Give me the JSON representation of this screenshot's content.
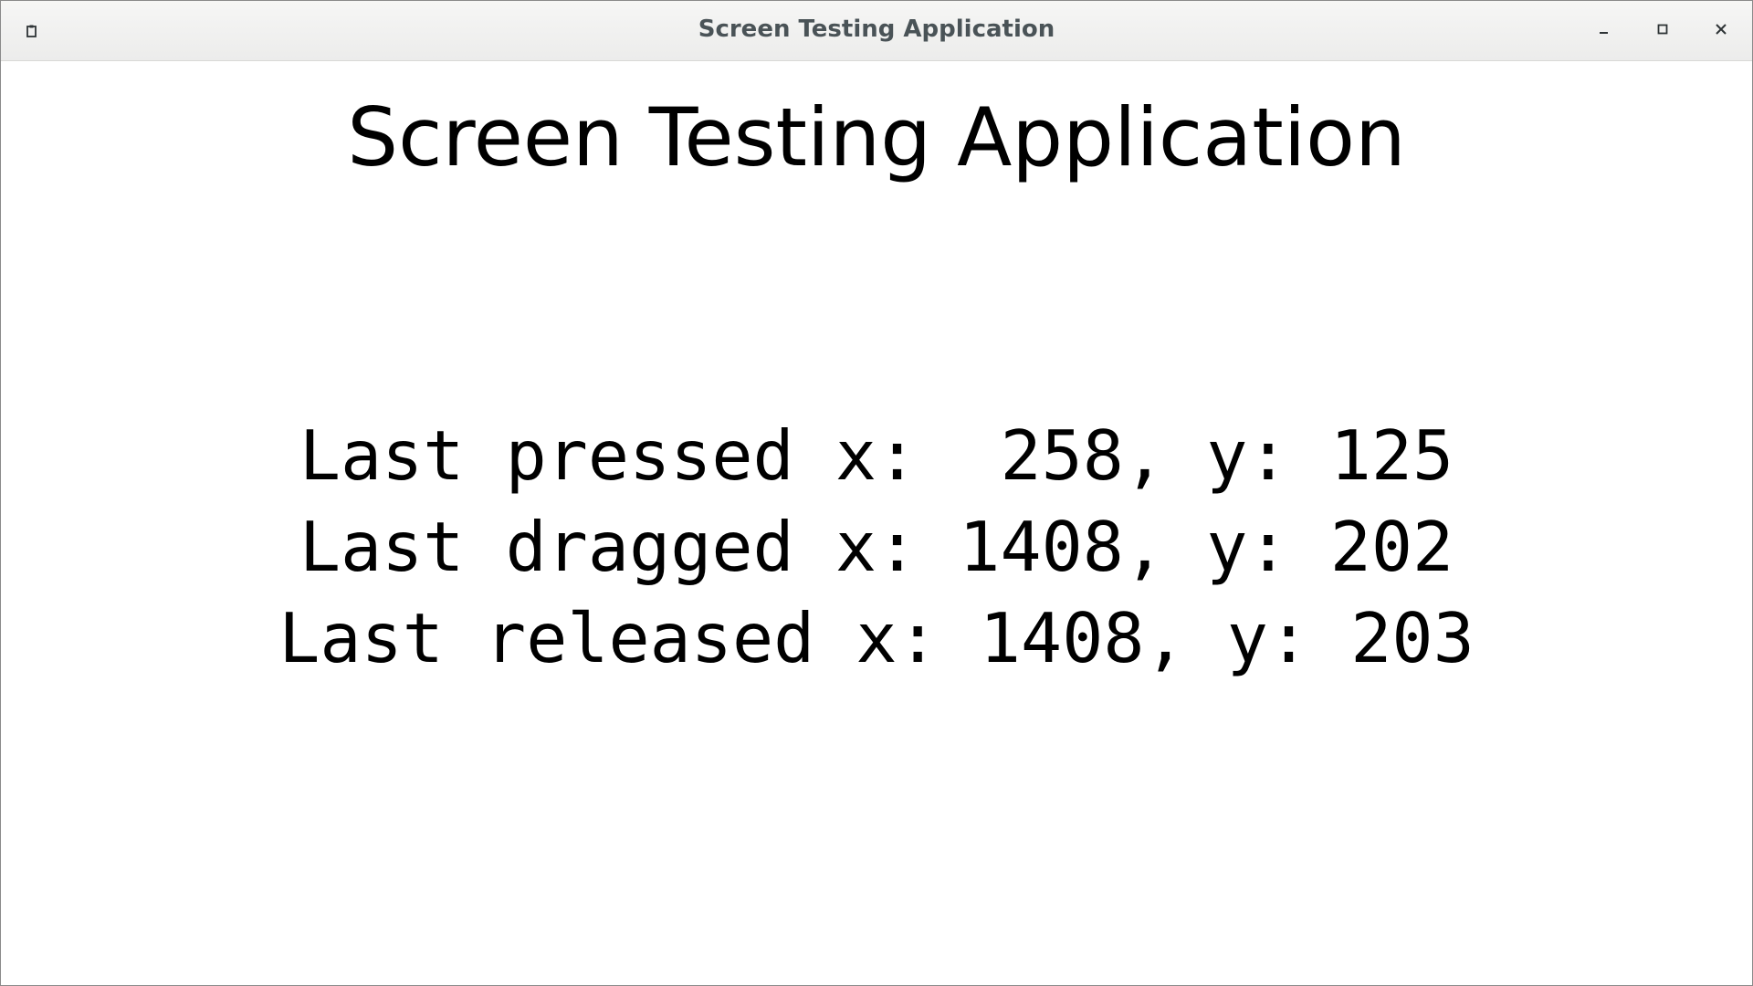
{
  "window": {
    "title": "Screen Testing Application",
    "icons": {
      "app_menu": "clipboard-icon",
      "minimize": "minimize-icon",
      "maximize": "maximize-icon",
      "close": "close-icon"
    }
  },
  "main": {
    "heading": "Screen Testing Application",
    "readouts": {
      "pressed": "Last pressed x:  258, y: 125",
      "dragged": "Last dragged x: 1408, y: 202",
      "released": "Last released x: 1408, y: 203"
    }
  },
  "colors": {
    "titlebar_text": "#4a5357",
    "content_text": "#000000",
    "background": "#ffffff"
  }
}
